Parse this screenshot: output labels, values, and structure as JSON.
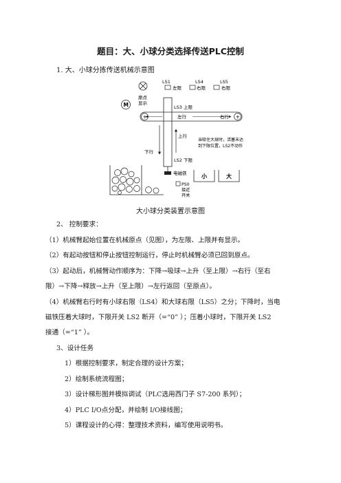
{
  "title": "题目：大、小球分类选择传送PLC控制",
  "section1": "1. 大、小球分拣传送机械示意图",
  "diagram": {
    "ls1": "LS1",
    "ls1_text": "左限",
    "ls4": "LS4",
    "ls4_text": "右限",
    "ls5": "LS5",
    "ls5_text": "右限",
    "origin_line1": "原点",
    "origin_line2": "显示",
    "motor": "M",
    "ls3": "LS3 上限",
    "left_move": "左行",
    "right_move": "右行",
    "up_move": "上行",
    "down_move": "下行",
    "note_line1": "当吸住大球时，活塞未达",
    "note_line2": "到下限位置，LS2不动作",
    "ls2": "LS2 下限",
    "magnet": "电磁铁",
    "small_box": "小",
    "big_box": "大",
    "ps0_line1": "PS0",
    "ps0_line2": "接近",
    "ps0_line3": "开关"
  },
  "caption": "大小球分类装置示意图",
  "section2": "2、 控制要求：",
  "req": [
    "（1）机械臂起始位置在机械原点（见图），为左限、上限并有显示。",
    "（2）有起动按钮和停止按钮控制运行，停止时机械臂必须已回到原点。",
    "（3）起动后，机械臂动作顺序为：下降→吸球→上升（至上限）→右行（至右",
    "限）→下降→释放→上升（至上限）→左行返回（至原点）。",
    "（4）机械臂右行时有小球右限（LS4）和大球右限（LS5）之分；下降时，当电",
    "磁铁压着大球时，下限开关 LS2 断开（=“0” ）；压着小球时，下限开关 LS2",
    "接通（=“1” ）。"
  ],
  "section3": "3、设计任务",
  "tasks": [
    "1）根据控制要求，制定合理的设计方案；",
    "2）绘制系统流程图；",
    "3）设计梯形图并模拟调试（PLC选用西门子 S7-200 系列）；",
    "4）PLC I/O点分配，并绘制 I/O接线图；",
    "5）课程设计的心得：整理技术资料，编写使用说明书。"
  ]
}
